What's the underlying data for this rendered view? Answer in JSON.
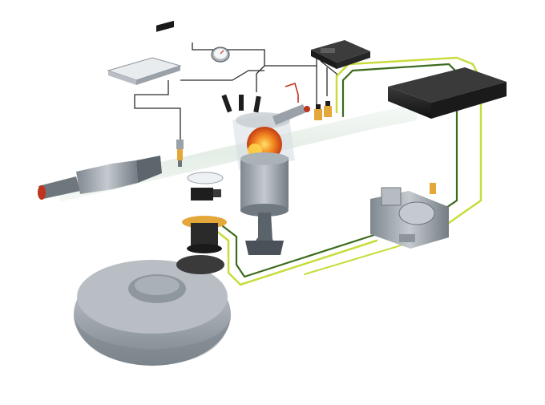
{
  "diagram": {
    "tank_logo_text": "",
    "colors": {
      "background": "#ffffff",
      "gas_line": "#c8dc3c",
      "gas_line_dark": "#3b6b1d",
      "wiring": "#2a2a2a",
      "exhaust_tube": "#e6f0e8",
      "metal": "#9aa3ab",
      "tank": "#a3aab1",
      "flame": "#f0781e",
      "ecu": "#1f1f1f"
    },
    "components": [
      {
        "id": "petrol-ecu",
        "icon": "ecu-module"
      },
      {
        "id": "gauge",
        "icon": "round-gauge"
      },
      {
        "id": "lpg-ecu",
        "icon": "ecu-module-black"
      },
      {
        "id": "air-filter-box",
        "icon": "black-box"
      },
      {
        "id": "engine-cylinder",
        "icon": "cylinder-with-flame"
      },
      {
        "id": "lambda-sensor",
        "icon": "oxygen-sensor"
      },
      {
        "id": "catalytic-converter",
        "icon": "exhaust-converter"
      },
      {
        "id": "reducer-vaporizer",
        "icon": "gas-reducer"
      },
      {
        "id": "multivalve",
        "icon": "tank-multivalve"
      },
      {
        "id": "toroidal-tank",
        "icon": "donut-tank"
      },
      {
        "id": "injectors",
        "icon": "gas-injectors"
      }
    ]
  }
}
